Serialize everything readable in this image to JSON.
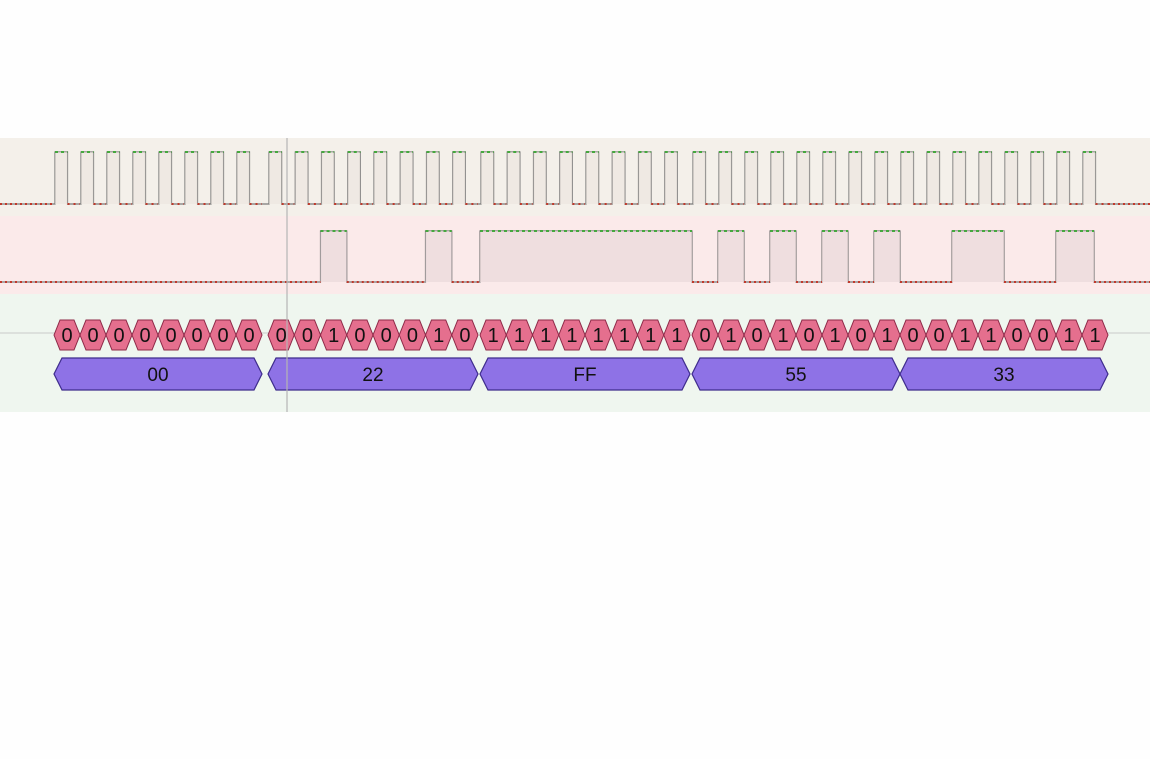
{
  "clock_channel": {
    "bytes": [
      {
        "bits": [
          "0",
          "0",
          "0",
          "0",
          "0",
          "0",
          "0",
          "0"
        ],
        "value": "00"
      },
      {
        "bits": [
          "0",
          "0",
          "1",
          "0",
          "0",
          "0",
          "1",
          "0"
        ],
        "value": "22"
      },
      {
        "bits": [
          "1",
          "1",
          "1",
          "1",
          "1",
          "1",
          "1",
          "1"
        ],
        "value": "FF"
      },
      {
        "bits": [
          "0",
          "1",
          "0",
          "1",
          "0",
          "1",
          "0",
          "1"
        ],
        "value": "55"
      },
      {
        "bits": [
          "0",
          "0",
          "1",
          "1",
          "0",
          "0",
          "1",
          "1"
        ],
        "value": "33"
      }
    ]
  },
  "colors": {
    "clock_band": "#f4f0ea",
    "data_band": "#fbeaea",
    "decode_band": "#eff6ef",
    "bit_fill": "#e56f8e",
    "byte_fill": "#8e72e6",
    "trace": "#7a7a7a",
    "high_marker": "#45a83e",
    "low_marker": "#c0392b"
  }
}
